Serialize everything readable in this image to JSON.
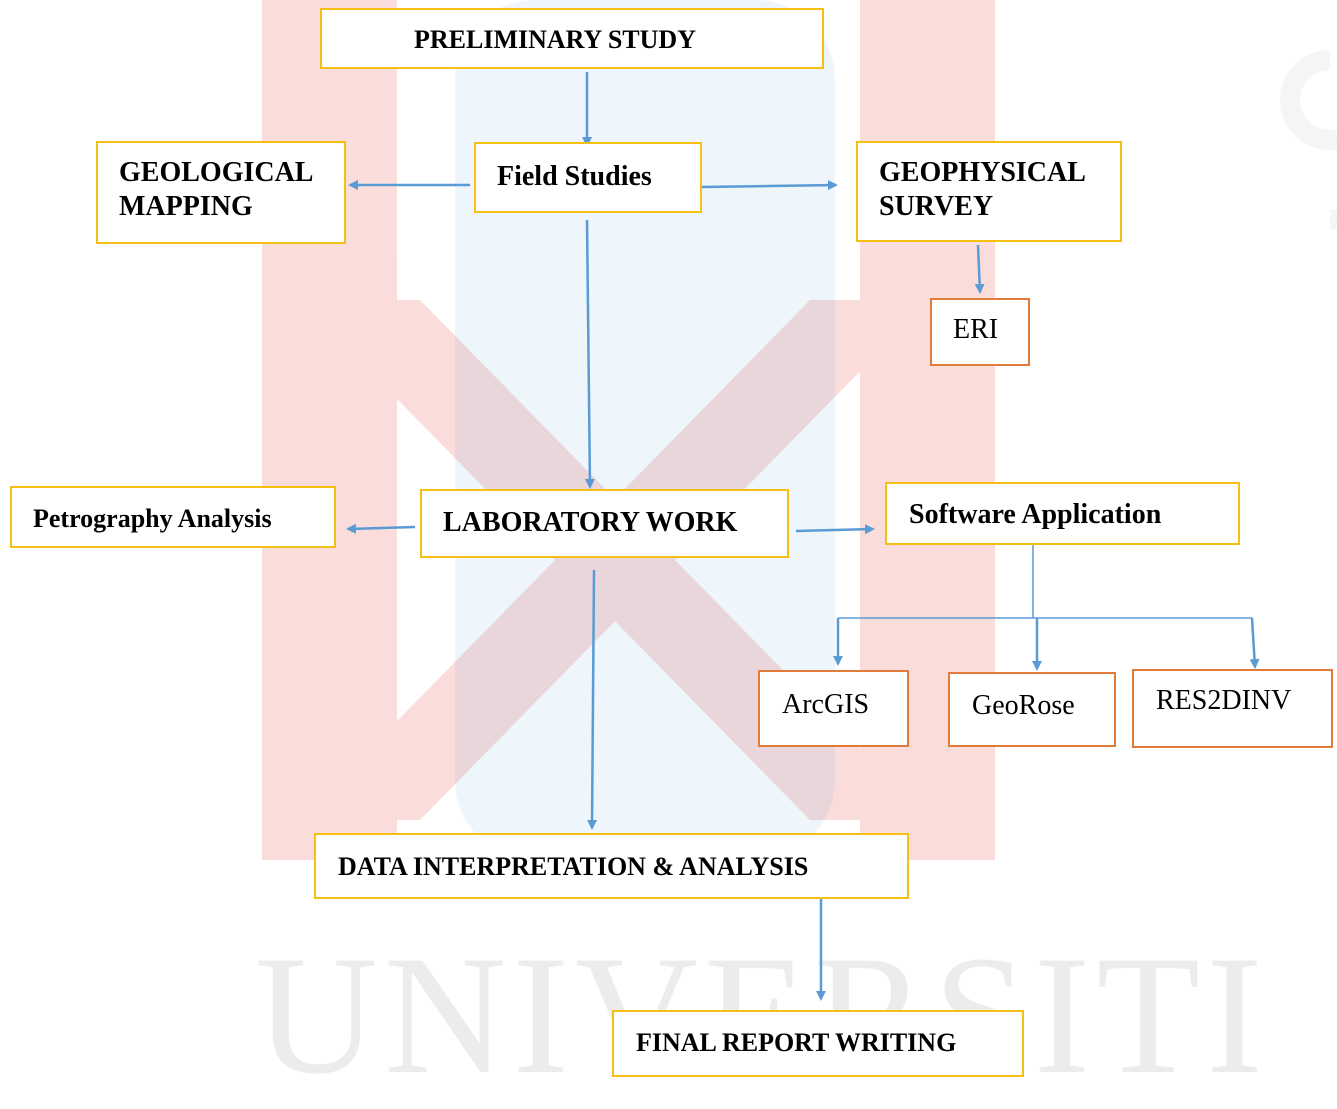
{
  "colors": {
    "main_border": "#f5c013",
    "tool_border": "#e07b39",
    "arrow": "#5b9bd5",
    "watermark": "#e8463f"
  },
  "watermark": {
    "text": "UNIVERSITI",
    "logo_text": "US"
  },
  "boxes": {
    "preliminary_study": "PRELIMINARY STUDY",
    "field_studies": "Field Studies",
    "geological_mapping": [
      "GEOLOGICAL",
      "MAPPING"
    ],
    "geophysical_survey": [
      "GEOPHYSICAL",
      "SURVEY"
    ],
    "eri": "ERI",
    "petrography_analysis": "Petrography Analysis",
    "laboratory_work": "LABORATORY WORK",
    "software_application": "Software Application",
    "arcgis": "ArcGIS",
    "georose": "GeoRose",
    "res2dinv": "RES2DINV",
    "data_interpretation": "DATA INTERPRETATION & ANALYSIS",
    "final_report": "FINAL REPORT WRITING"
  }
}
